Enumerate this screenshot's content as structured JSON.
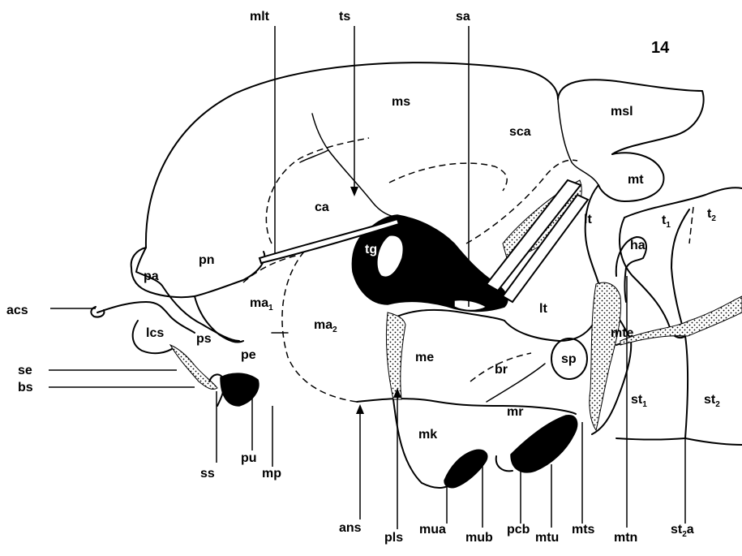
{
  "figure": {
    "number": "14",
    "labels": {
      "mlt": "mlt",
      "ts": "ts",
      "sa": "sa",
      "ms": "ms",
      "msl": "msl",
      "sca": "sca",
      "mt": "mt",
      "ca": "ca",
      "lt_upper": "lt",
      "lt_lower": "lt",
      "t1": "t",
      "t1_sub": "1",
      "t2": "t",
      "t2_sub": "2",
      "ha": "ha",
      "tg": "tg",
      "pn": "pn",
      "pa": "pa",
      "acs": "acs",
      "lcs": "lcs",
      "ps": "ps",
      "ma1": "ma",
      "ma1_sub": "1",
      "ma2": "ma",
      "ma2_sub": "2",
      "pe": "pe",
      "me": "me",
      "br": "br",
      "sp": "sp",
      "mte": "mte",
      "se": "se",
      "bs": "bs",
      "st1": "st",
      "st1_sub": "1",
      "st2": "st",
      "st2_sub": "2",
      "mr": "mr",
      "mk": "mk",
      "ss": "ss",
      "pu": "pu",
      "mp": "mp",
      "ans": "ans",
      "pls": "pls",
      "mua": "mua",
      "mub": "mub",
      "pcb": "pcb",
      "mtu": "mtu",
      "mts": "mts",
      "mtn": "mtn",
      "st2a": "st",
      "st2a_sub": "2",
      "st2a_suffix": "a"
    }
  }
}
